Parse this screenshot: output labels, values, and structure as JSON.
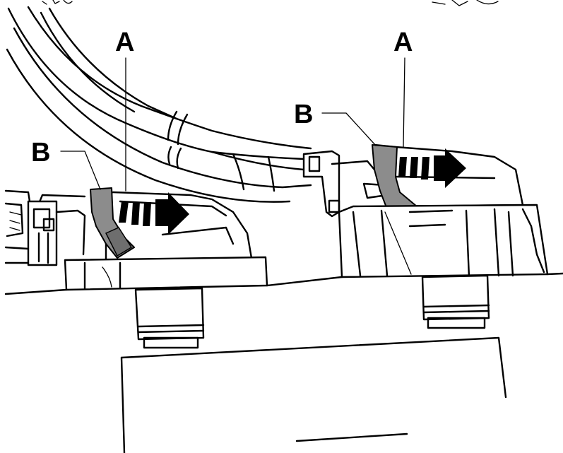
{
  "callouts": {
    "a_left": "A",
    "a_right": "A",
    "b_left": "B",
    "b_right": "B"
  },
  "colors": {
    "line": "#000000",
    "clip": "#8c8c8c",
    "background": "#ffffff"
  }
}
